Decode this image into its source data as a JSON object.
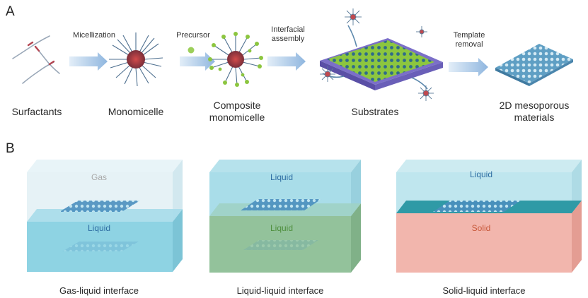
{
  "panel_a": {
    "letter": "A",
    "steps": [
      {
        "label_lines": [
          "Micellization"
        ]
      },
      {
        "label_lines": [
          "Precursor"
        ]
      },
      {
        "label_lines": [
          "Interfacial",
          "assembly"
        ]
      },
      {
        "label_lines": [
          "Template",
          "removal"
        ]
      }
    ],
    "stages": [
      {
        "label_lines": [
          "Surfactants"
        ]
      },
      {
        "label_lines": [
          "Monomicelle"
        ]
      },
      {
        "label_lines": [
          "Composite",
          "monomicelle"
        ]
      },
      {
        "label_lines": [
          "Substrates"
        ]
      },
      {
        "label_lines": [
          "2D mesoporous",
          "materials"
        ]
      }
    ]
  },
  "panel_b": {
    "letter": "B",
    "boxes": [
      {
        "top_phase": "Gas",
        "bottom_phase": "Liquid",
        "caption": "Gas-liquid interface",
        "top_color": "#d9eef4",
        "bottom_color": "#8ed3e3",
        "top_text_color": "#a9a9a9",
        "bottom_text_color": "#2f6ea3"
      },
      {
        "top_phase": "Liquid",
        "bottom_phase": "Liquid",
        "caption": "Liquid-liquid interface",
        "top_color": "#a9dde9",
        "bottom_color": "#93c29b",
        "top_text_color": "#2f6ea3",
        "bottom_text_color": "#4f8f3e"
      },
      {
        "top_phase": "Liquid",
        "bottom_phase": "Solid",
        "caption": "Solid-liquid interface",
        "top_color": "#bfe6ee",
        "bottom_color": "#f2b6ad",
        "top_text_color": "#2f6ea3",
        "bottom_text_color": "#c8583a"
      }
    ]
  }
}
